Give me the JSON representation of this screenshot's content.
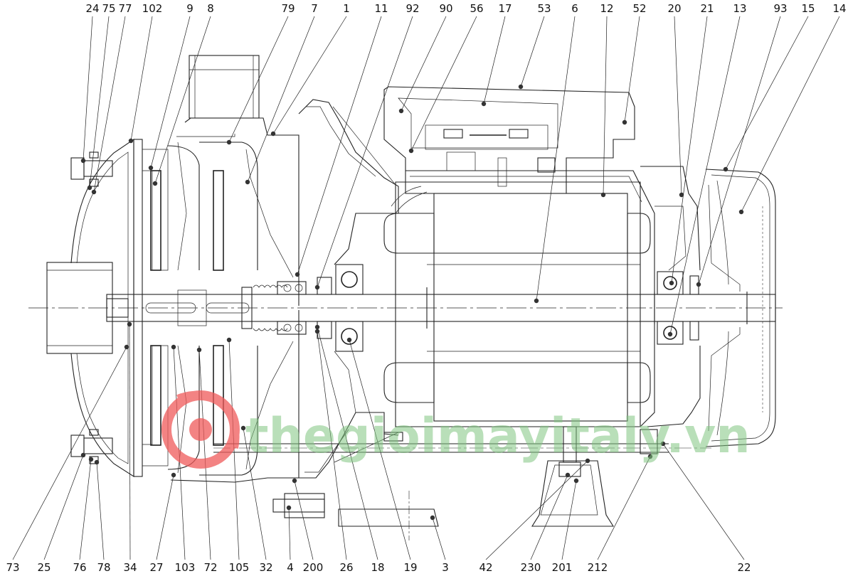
{
  "diagram": {
    "top_labels": [
      "24",
      "75",
      "77",
      "102",
      "9",
      "8",
      "79",
      "7",
      "1",
      "11",
      "92",
      "90",
      "56",
      "17",
      "53",
      "6",
      "12",
      "52",
      "20",
      "21",
      "13",
      "93",
      "15",
      "14"
    ],
    "bottom_labels": [
      "73",
      "25",
      "76",
      "78",
      "34",
      "27",
      "103",
      "72",
      "105",
      "32",
      "4",
      "200",
      "26",
      "18",
      "19",
      "3",
      "42",
      "230",
      "201",
      "212",
      "22"
    ]
  },
  "watermark": {
    "text": "thegioimayitaly.vn",
    "color": "#7fc47f",
    "logo_color": "#ef5a5a"
  }
}
